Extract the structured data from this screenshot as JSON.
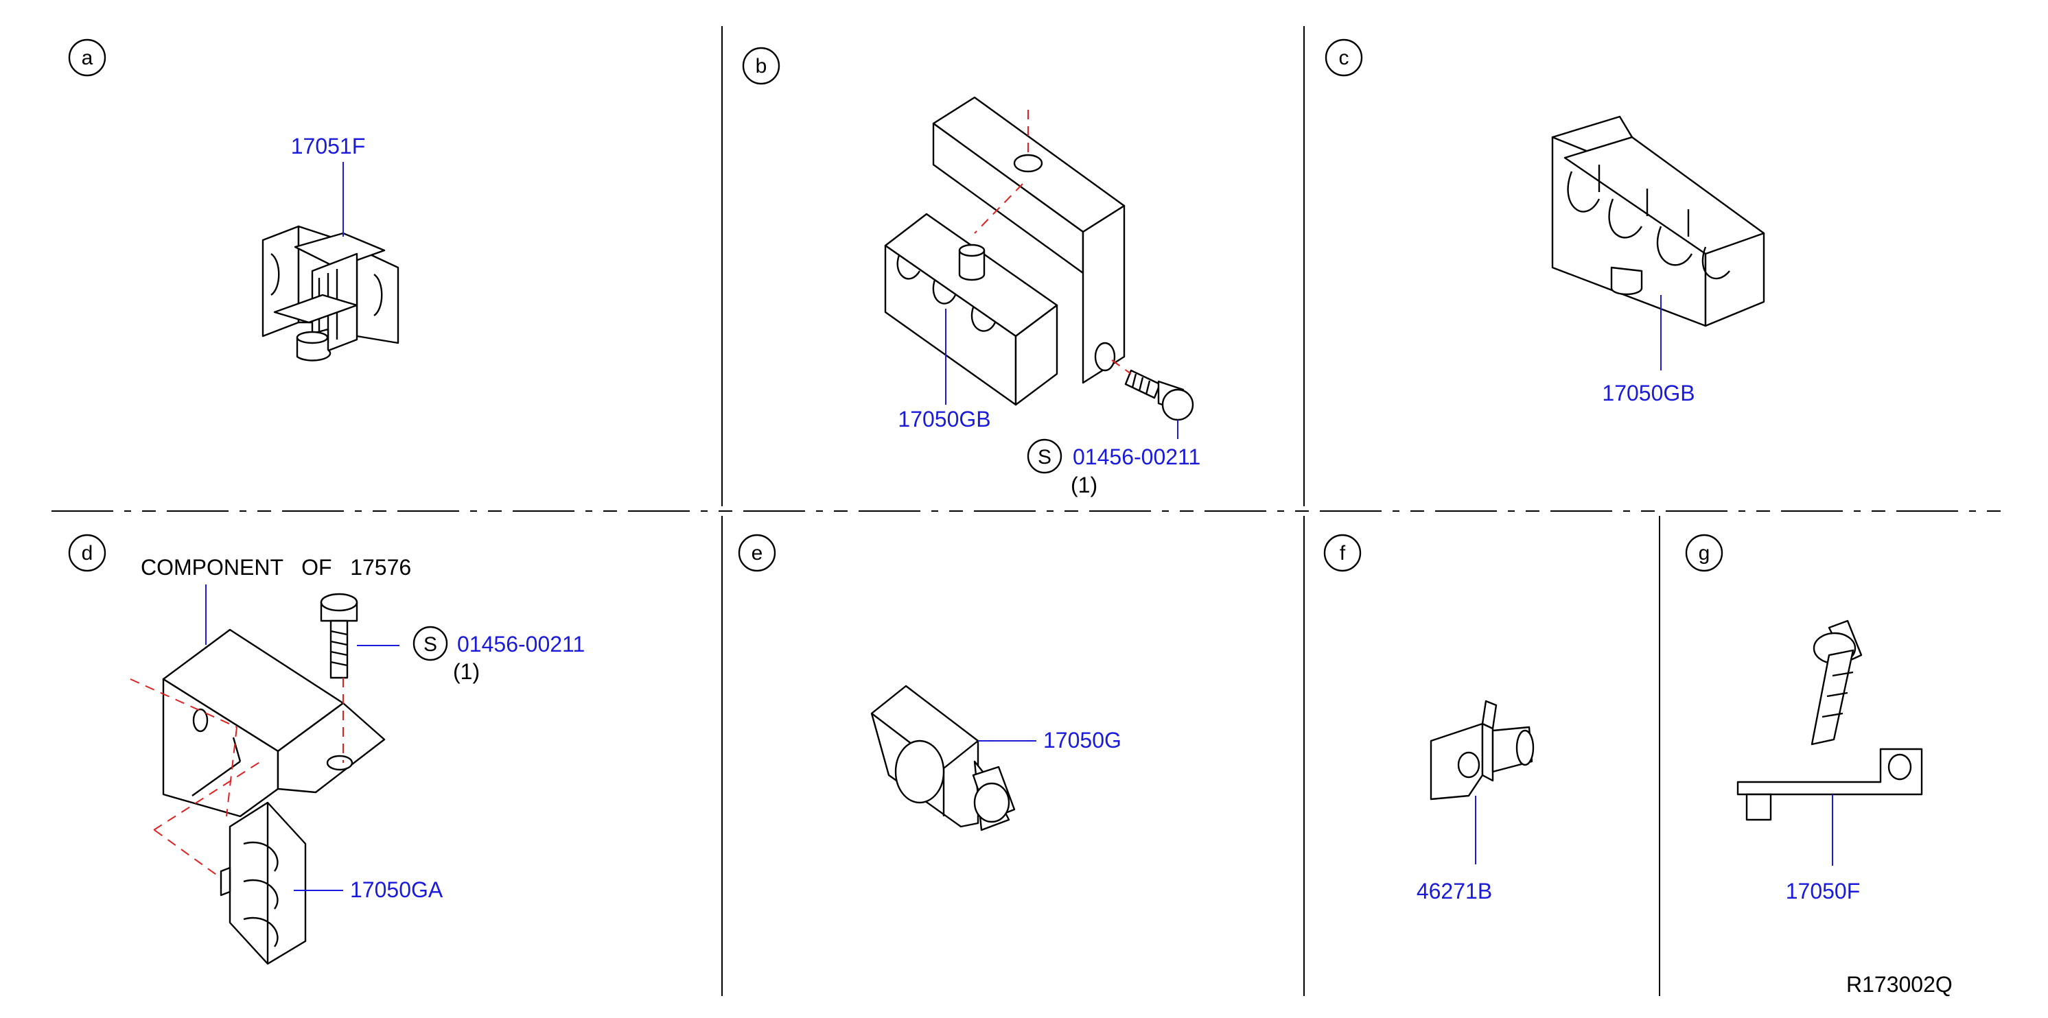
{
  "panels": {
    "a": {
      "letter": "a",
      "parts": {
        "clip": "17051F"
      }
    },
    "b": {
      "letter": "b",
      "parts": {
        "clamp": "17050GB",
        "bolt_symbol": "S",
        "bolt": "01456-00211",
        "bolt_qty": "(1)"
      }
    },
    "c": {
      "letter": "c",
      "parts": {
        "clamp": "17050GB"
      }
    },
    "d": {
      "letter": "d",
      "note": "COMPONENT   OF   17576",
      "parts": {
        "bolt_symbol": "S",
        "bolt": "01456-00211",
        "bolt_qty": "(1)",
        "clamp": "17050GA"
      }
    },
    "e": {
      "letter": "e",
      "parts": {
        "clip": "17050G"
      }
    },
    "f": {
      "letter": "f",
      "parts": {
        "clip": "46271B"
      }
    },
    "g": {
      "letter": "g",
      "parts": {
        "bracket": "17050F"
      }
    }
  },
  "diagram_code": "R173002Q",
  "colors": {
    "part_number": "#1a1adc",
    "centerline": "#e02020",
    "ink": "#000000"
  }
}
